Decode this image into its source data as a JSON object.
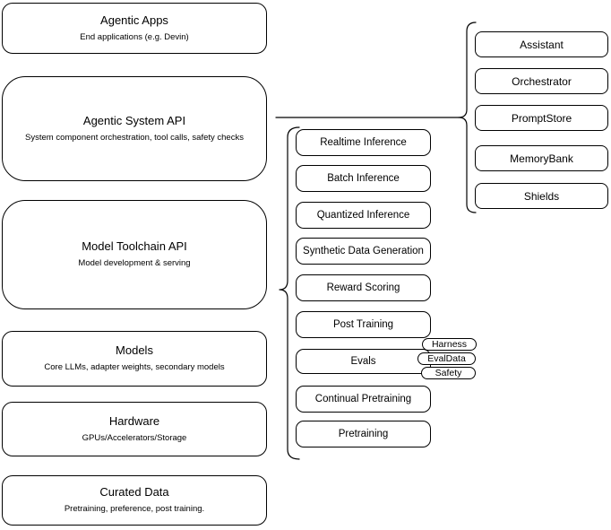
{
  "left_stack": [
    {
      "title": "Agentic Apps",
      "subtitle": "End applications (e.g. Devin)"
    },
    {
      "title": "Agentic System API",
      "subtitle": "System component orchestration, tool calls, safety checks"
    },
    {
      "title": "Model Toolchain API",
      "subtitle": "Model development & serving"
    },
    {
      "title": "Models",
      "subtitle": "Core LLMs, adapter weights, secondary models"
    },
    {
      "title": "Hardware",
      "subtitle": "GPUs/Accelerators/Storage"
    },
    {
      "title": "Curated Data",
      "subtitle": "Pretraining, preference, post training."
    }
  ],
  "toolchain_components": [
    "Realtime Inference",
    "Batch Inference",
    "Quantized Inference",
    "Synthetic Data Generation",
    "Reward Scoring",
    "Post Training",
    "Evals",
    "Continual Pretraining",
    "Pretraining"
  ],
  "evals_tags": [
    "Harness",
    "EvalData",
    "Safety"
  ],
  "system_components": [
    "Assistant",
    "Orchestrator",
    "PromptStore",
    "MemoryBank",
    "Shields"
  ],
  "colors": {
    "line": "#000000",
    "box_fill": "#ffffff",
    "text": "#000000",
    "background": "#ffffff"
  }
}
